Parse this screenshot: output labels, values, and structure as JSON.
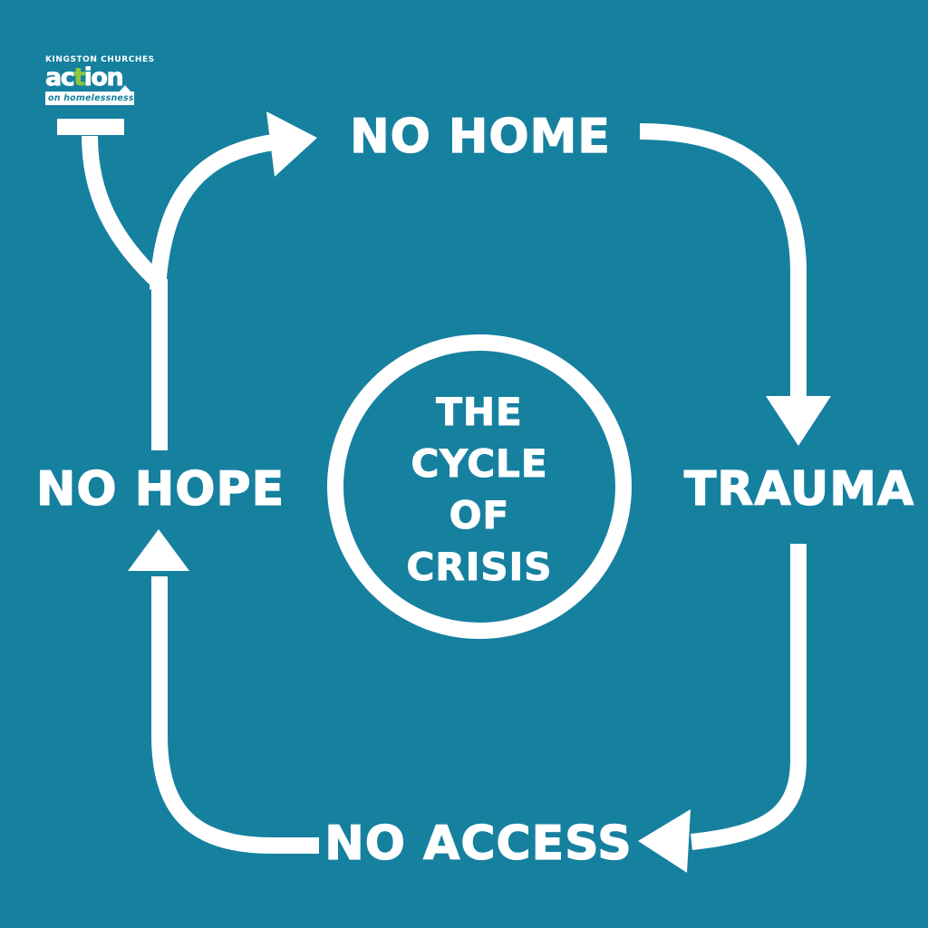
{
  "colors": {
    "background": "#16809F",
    "foreground": "#FFFFFF",
    "logo_green": "#8DC63F"
  },
  "logo": {
    "org_line": "KINGSTON CHURCHES",
    "action_prefix": "ac",
    "action_t": "t",
    "action_suffix": "ion",
    "tagline": "on homelessness"
  },
  "diagram": {
    "center_lines": [
      "THE",
      "CYCLE",
      "OF",
      "CRISIS"
    ],
    "nodes": [
      {
        "id": "no-home",
        "label": "NO HOME"
      },
      {
        "id": "trauma",
        "label": "TRAUMA"
      },
      {
        "id": "no-access",
        "label": "NO ACCESS"
      },
      {
        "id": "no-hope",
        "label": "NO HOPE"
      }
    ]
  }
}
